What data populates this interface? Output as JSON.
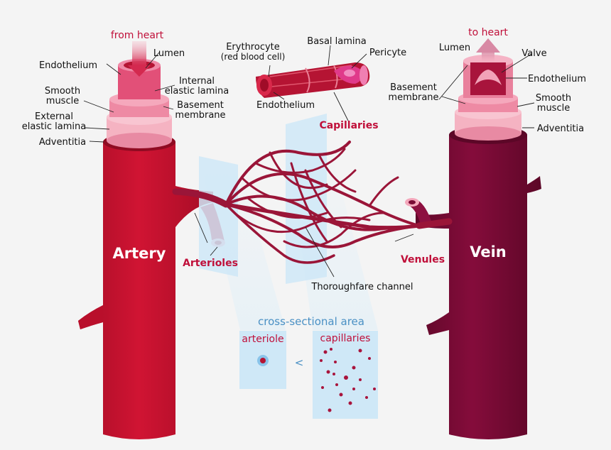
{
  "labels": {
    "from_heart": "from heart",
    "to_heart": "to heart",
    "artery_lumen": "Lumen",
    "artery_endothelium": "Endothelium",
    "internal_elastic_1": "Internal",
    "internal_elastic_2": "elastic lamina",
    "smooth_muscle_1": "Smooth",
    "smooth_muscle_2": "muscle",
    "basement_membrane_1": "Basement",
    "basement_membrane_2": "membrane",
    "external_elastic_1": "External",
    "external_elastic_2": "elastic lamina",
    "adventitia": "Adventitia",
    "erythrocyte": "Erythrocyte",
    "red_blood_cell": "(red blood cell)",
    "basal_lamina": "Basal lamina",
    "pericyte": "Pericyte",
    "cap_endothelium": "Endothelium",
    "capillaries": "Capillaries",
    "vein_lumen": "Lumen",
    "valve": "Valve",
    "vein_endothelium": "Endothelium",
    "vein_basement_1": "Basement",
    "vein_basement_2": "membrane",
    "vein_smooth_1": "Smooth",
    "vein_smooth_2": "muscle",
    "vein_adventitia": "Adventitia",
    "artery": "Artery",
    "vein": "Vein",
    "arterioles": "Arterioles",
    "venules": "Venules",
    "thoroughfare": "Thoroughfare channel",
    "cross_section": "cross-sectional area",
    "arteriole": "arteriole",
    "capillaries_small": "capillaries",
    "less_than": "<"
  },
  "colors": {
    "artery": "#c8102e",
    "vein": "#7a0a35",
    "network": "#9a1538",
    "wall_pink": "#f29bb2",
    "blue_panel": "#cfe8f7",
    "magenta_text": "#c0103a",
    "blue_text": "#4a90c4"
  }
}
